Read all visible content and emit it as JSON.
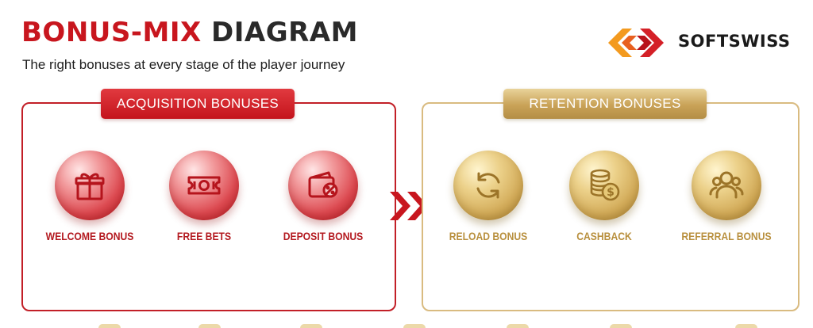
{
  "header": {
    "title_red": "BONUS-MIX",
    "title_dark": "DIAGRAM",
    "subtitle": "The right bonuses at every stage of the player journey"
  },
  "logo": {
    "text": "SOFTSWISS"
  },
  "acquisition": {
    "label": "ACQUISITION BONUSES",
    "items": [
      {
        "label": "WELCOME BONUS",
        "icon": "gift-icon"
      },
      {
        "label": "FREE BETS",
        "icon": "ticket-icon"
      },
      {
        "label": "DEPOSIT BONUS",
        "icon": "wallet-percent-icon"
      }
    ]
  },
  "retention": {
    "label": "RETENTION BONUSES",
    "items": [
      {
        "label": "RELOAD BONUS",
        "icon": "refresh-icon"
      },
      {
        "label": "CASHBACK",
        "icon": "coins-dollar-icon"
      },
      {
        "label": "REFERRAL BONUS",
        "icon": "users-icon"
      }
    ]
  },
  "colors": {
    "accent_red": "#c8161e",
    "accent_gold": "#c9a257",
    "logo_orange": "#f39a1f"
  }
}
